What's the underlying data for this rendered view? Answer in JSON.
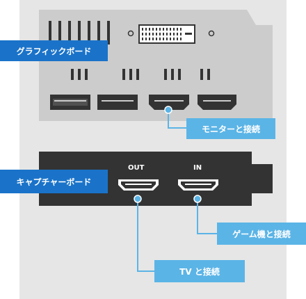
{
  "labels": {
    "graphics_board": "グラフィックボード",
    "connect_monitor": "モニターと接続",
    "capture_board": "キャプチャーボード",
    "out_port": "OUT",
    "in_port": "IN",
    "connect_game": "ゲーム機と接続",
    "connect_tv": "TV と接続"
  },
  "colors": {
    "background_panel": "#e6e6e6",
    "graphics_card": "#cccccc",
    "capture_card": "#333333",
    "label_blue": "#1a73c9",
    "callout_blue": "#5bb4e6",
    "port_dark": "#333333"
  }
}
